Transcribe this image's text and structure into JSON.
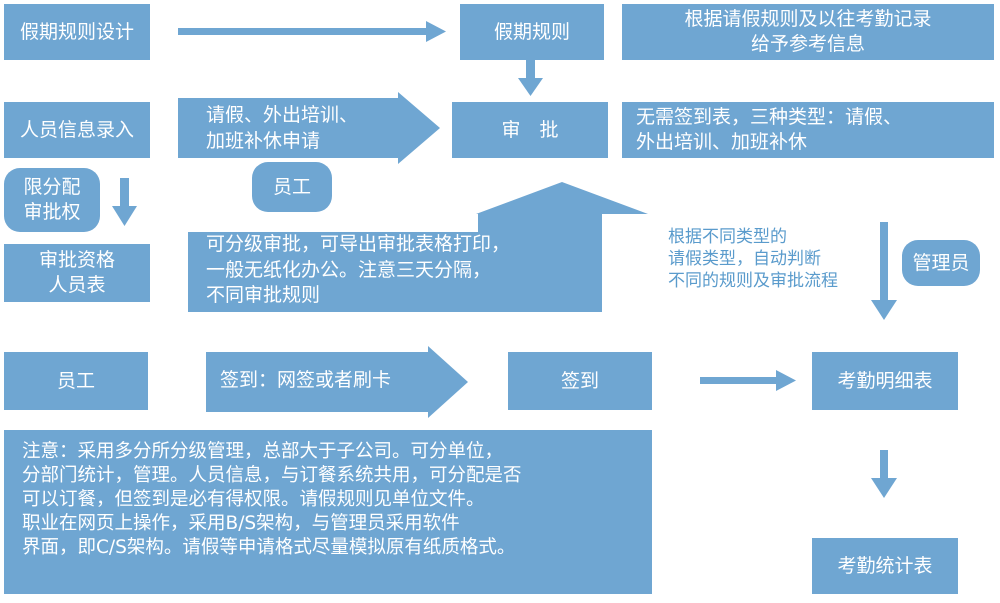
{
  "colors": {
    "box": "#6fa6d2",
    "text_on_box": "#ffffff",
    "annotation_text": "#5a9bcc"
  },
  "nodes": {
    "holiday_design": "假期规则设计",
    "holiday_rules": "假期规则",
    "holiday_info": "根据请假规则及以往考勤记录\n给予参考信息",
    "personnel_entry": "人员信息录入",
    "leave_request": "请假、外出培训、\n加班补休申请",
    "approval": "审　批",
    "no_sign": "无需签到表，三种类型：请假、\n外出培训、加班补休",
    "limit_auth": "限分配\n审批权",
    "employee_1": "员工",
    "approval_list": "审批资格\n人员表",
    "approval_note": "可分级审批，可导出审批表格打印，\n一般无纸化办公。注意三天分隔，\n不同审批规则",
    "type_note": "根据不同类型的\n请假类型，自动判断\n不同的规则及审批流程",
    "admin": "管理员",
    "employee_2": "员工",
    "sign_method": "签到：网签或者刷卡",
    "sign_in": "签到",
    "attendance_detail": "考勤明细表",
    "bottom_note": "注意：采用多分所分级管理，总部大于子公司。可分单位，\n分部门统计，管理。人员信息，与订餐系统共用，可分配是否\n可以订餐，但签到是必有得权限。请假规则见单位文件。\n职业在网页上操作，采用B/S架构，与管理员采用软件\n界面，即C/S架构。请假等申请格式尽量模拟原有纸质格式。",
    "attendance_stats": "考勤统计表"
  }
}
